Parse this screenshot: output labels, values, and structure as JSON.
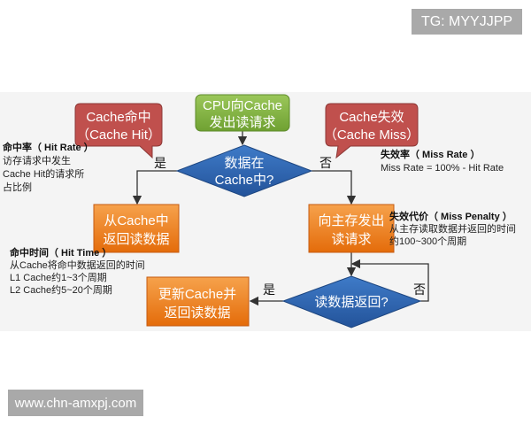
{
  "watermarks": {
    "top_right": "TG: MYYJJPP",
    "bottom_left": "www.chn-amxpj.com"
  },
  "colors": {
    "start": "#7fb43a",
    "decision": "#2f65b0",
    "process": "#ee7d12",
    "callout": "#c0504d",
    "background": "#f4f4f4"
  },
  "nodes": {
    "start": [
      "CPU向Cache",
      "发出读请求"
    ],
    "decision_hit": [
      "数据在",
      "Cache中?"
    ],
    "hit_callout": [
      "Cache命中",
      "（Cache Hit）"
    ],
    "miss_callout": [
      "Cache失效",
      "（Cache Miss）"
    ],
    "return_from_cache": [
      "从Cache中",
      "返回读数据"
    ],
    "read_main_memory": [
      "向主存发出",
      "读请求"
    ],
    "decision_returned": [
      "读数据返回?"
    ],
    "update_cache": [
      "更新Cache并",
      "返回读数据"
    ]
  },
  "edges": {
    "yes": "是",
    "no": "否"
  },
  "annotations": {
    "hit_rate": {
      "title": "命中率（ Hit Rate ）",
      "lines": [
        "访存请求中发生",
        "Cache  Hit的请求所",
        "占比例"
      ]
    },
    "miss_rate": {
      "title": "失效率（ Miss Rate ）",
      "lines": [
        "Miss Rate = 100% - Hit Rate"
      ]
    },
    "hit_time": {
      "title": "命中时间（ Hit Time ）",
      "lines": [
        "从Cache将命中数据返回的时间",
        "L1 Cache约1~3个周期",
        "L2 Cache约5~20个周期"
      ]
    },
    "miss_penalty": {
      "title": "失效代价（ Miss Penalty ）",
      "lines": [
        "从主存读取数据并返回的时间",
        "约100~300个周期"
      ]
    }
  }
}
